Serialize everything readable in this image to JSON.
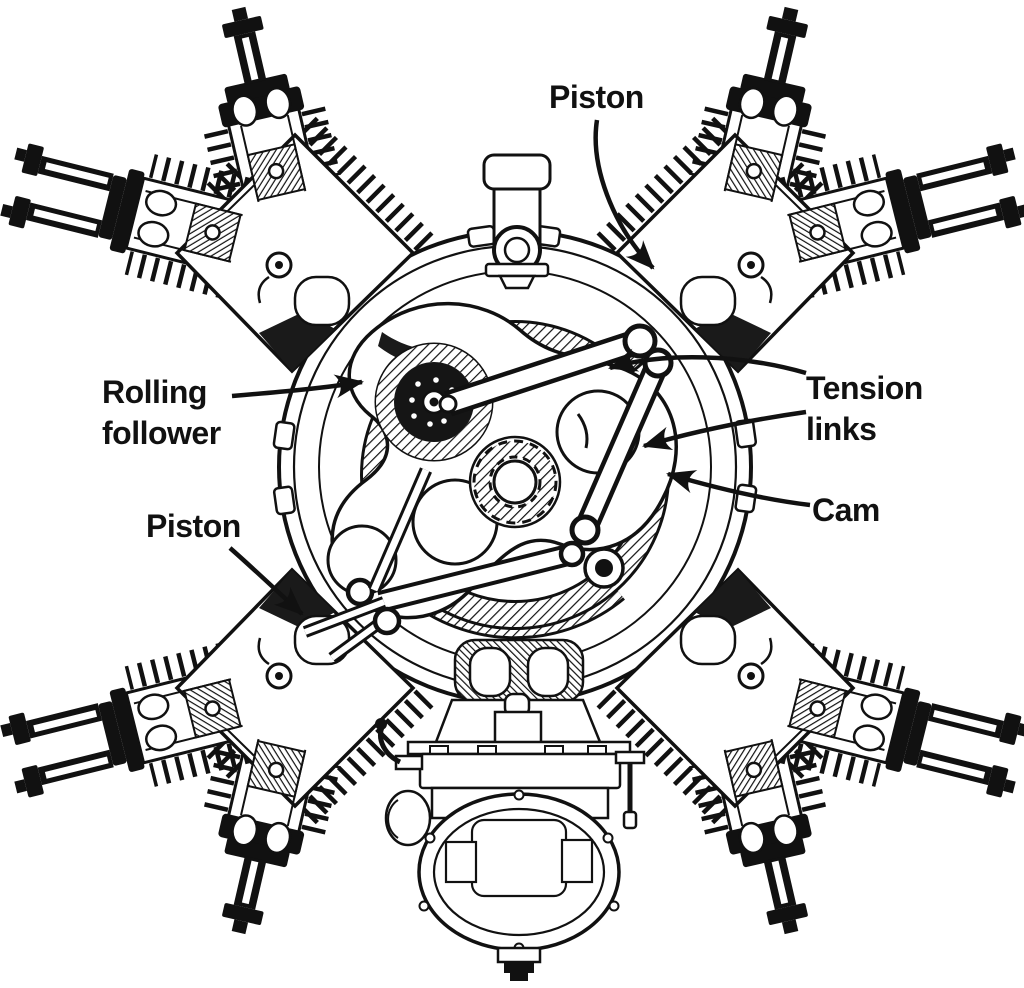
{
  "figure": {
    "background_color": "#ffffff",
    "ink_color": "#111111",
    "subject": "radial engine cross-section"
  },
  "labels": {
    "piston_top": "Piston",
    "tension_links": "Tension links",
    "cam": "Cam",
    "rolling_follower": "Rolling follower",
    "piston_left": "Piston"
  }
}
